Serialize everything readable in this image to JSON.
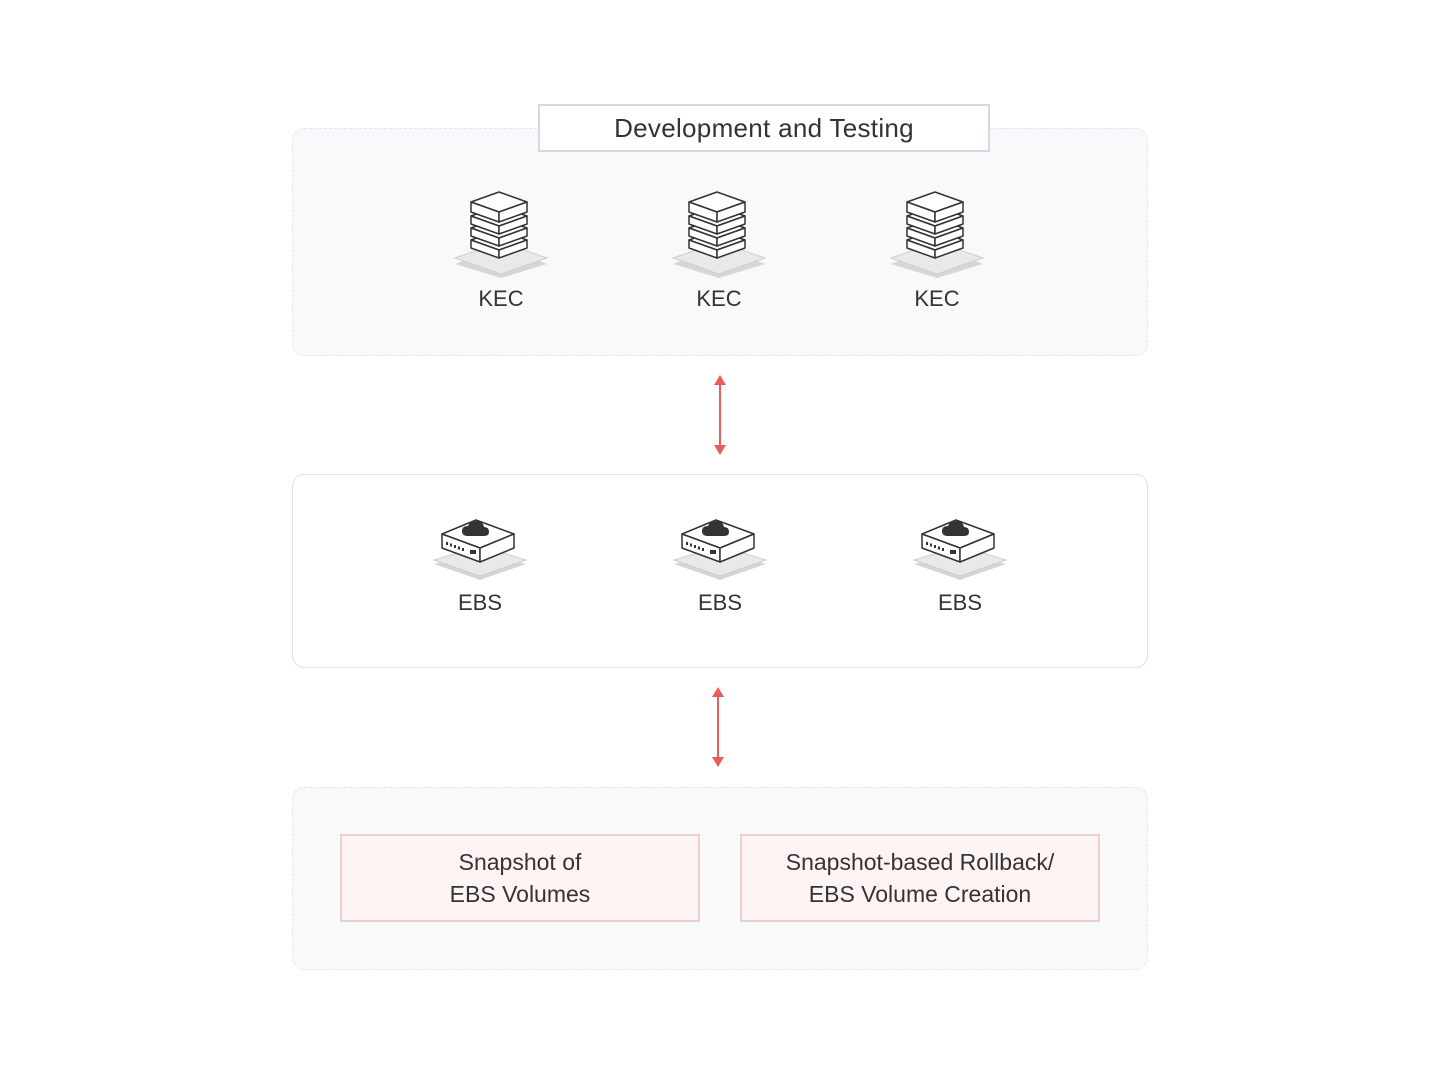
{
  "title": "Development and Testing",
  "kec_nodes": [
    {
      "label": "KEC"
    },
    {
      "label": "KEC"
    },
    {
      "label": "KEC"
    }
  ],
  "ebs_nodes": [
    {
      "label": "EBS"
    },
    {
      "label": "EBS"
    },
    {
      "label": "EBS"
    }
  ],
  "snapshot_boxes": [
    {
      "label": "Snapshot of\nEBS Volumes"
    },
    {
      "label": "Snapshot-based Rollback/\nEBS Volume Creation"
    }
  ],
  "colors": {
    "arrow": "#e85c5c",
    "snapshot_fill": "#fdf4f3",
    "snapshot_border": "#eccfcc",
    "panel_fill": "#f8f9fb"
  },
  "icons": {
    "kec": "server-stack-icon",
    "ebs": "cloud-storage-icon",
    "arrow": "double-arrow-icon"
  }
}
